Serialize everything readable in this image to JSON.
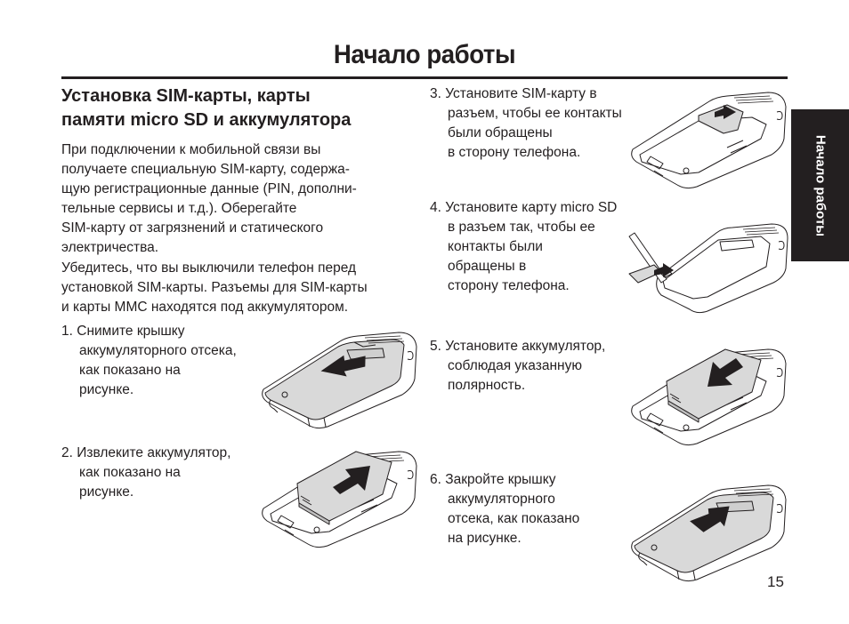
{
  "page": {
    "title": "Начало работы",
    "side_tab": "Начало работы",
    "page_number": "15"
  },
  "section": {
    "heading_lines": [
      "Установка SIM-карты, карты",
      "памяти micro SD и аккумулятора"
    ],
    "para1_lines": [
      "При подключении к мобильной связи вы",
      "получаете специальную SIM-карту, содержа-",
      "щую регистрационные данные (PIN, дополни-",
      "тельные сервисы и т.д.). Оберегайте",
      "SIM-карту от загрязнений и статического",
      "электричества."
    ],
    "para2_lines": [
      "Убедитесь, что вы выключили телефон перед",
      "установкой SIM-карты. Разъемы для SIM-карты",
      "и карты MMC находятся под аккумулятором."
    ]
  },
  "steps": [
    {
      "number": "1.",
      "lines": [
        "Снимите крышку",
        "аккумуляторного отсека,",
        "как показано на",
        "рисунке."
      ],
      "illustration": "phone-cover-remove",
      "arrow": "down-left"
    },
    {
      "number": "2.",
      "lines": [
        "Извлеките аккумулятор,",
        "как показано на",
        "рисунке."
      ],
      "illustration": "phone-battery-remove",
      "arrow": "up-right"
    },
    {
      "number": "3.",
      "lines": [
        "Установите SIM-карту в",
        "разъем, чтобы ее контакты",
        "были обращены",
        "в сторону телефона."
      ],
      "illustration": "phone-sim-insert",
      "arrow": "right"
    },
    {
      "number": "4.",
      "lines": [
        "Установите карту micro SD",
        "в разъем так, чтобы ее",
        "контакты были",
        "обращены в",
        "сторону  телефона."
      ],
      "illustration": "phone-microsd-insert",
      "arrow": "right"
    },
    {
      "number": "5.",
      "lines": [
        "Установите аккумулятор,",
        "соблюдая указанную",
        "полярность."
      ],
      "illustration": "phone-battery-insert",
      "arrow": "down-left"
    },
    {
      "number": "6.",
      "lines": [
        "Закройте крышку",
        "аккумуляторного",
        "отсека, как показано",
        "на рисунке."
      ],
      "illustration": "phone-cover-close",
      "arrow": "up-right"
    }
  ],
  "colors": {
    "text": "#231f20",
    "tab_bg": "#231f20",
    "tab_text": "#ffffff",
    "illustration_fill": "#d9d9d9",
    "illustration_stroke": "#231f20"
  }
}
